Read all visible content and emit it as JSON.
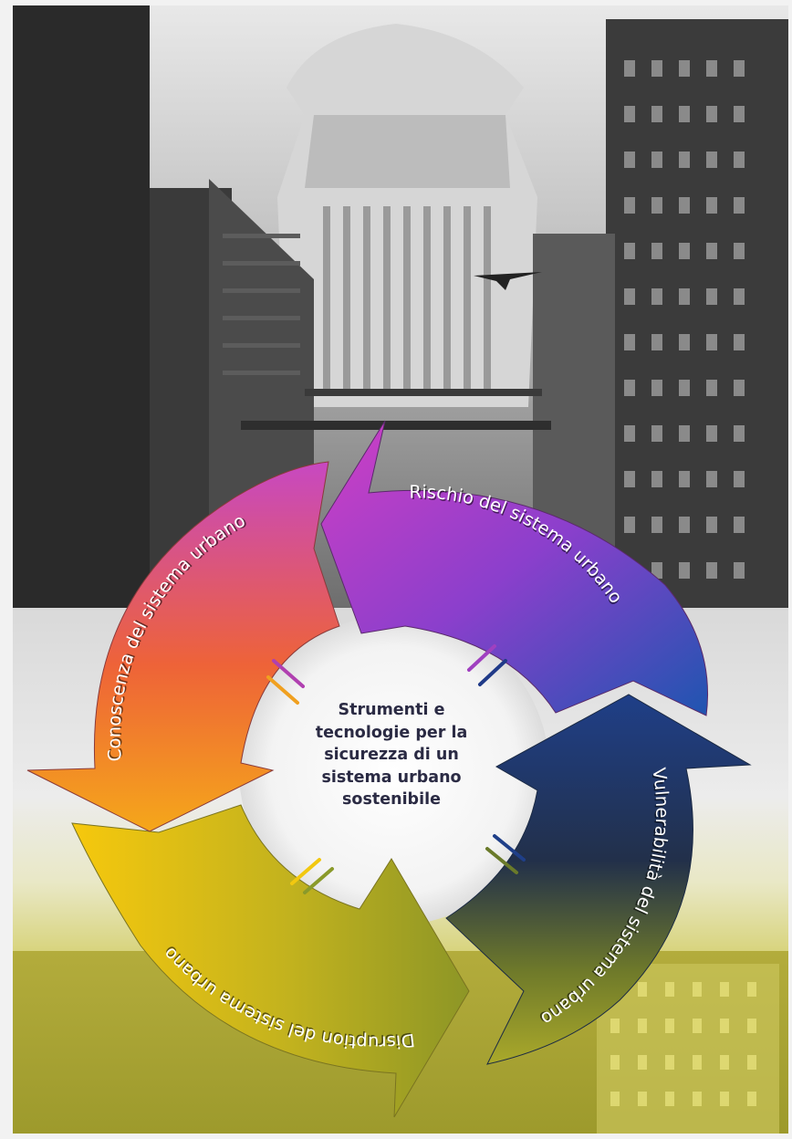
{
  "diagram": {
    "center_lines": [
      "Strumenti e",
      "tecnologie per la",
      "sicurezza di un",
      "sistema urbano",
      "sostenibile"
    ],
    "segments": [
      {
        "label": "Rischio del sistema urbano",
        "colors": [
          "#8e3ec9",
          "#1f4fa3"
        ]
      },
      {
        "label": "Vulnerabilità del sistema urbano",
        "colors": [
          "#1c3a7a",
          "#9a9a22"
        ]
      },
      {
        "label": "Disruption del sistema urbano",
        "colors": [
          "#f2c810",
          "#8f9a26"
        ]
      },
      {
        "label": "Conoscenza del sistema urbano",
        "colors": [
          "#f09a1e",
          "#c445b0"
        ]
      }
    ]
  }
}
